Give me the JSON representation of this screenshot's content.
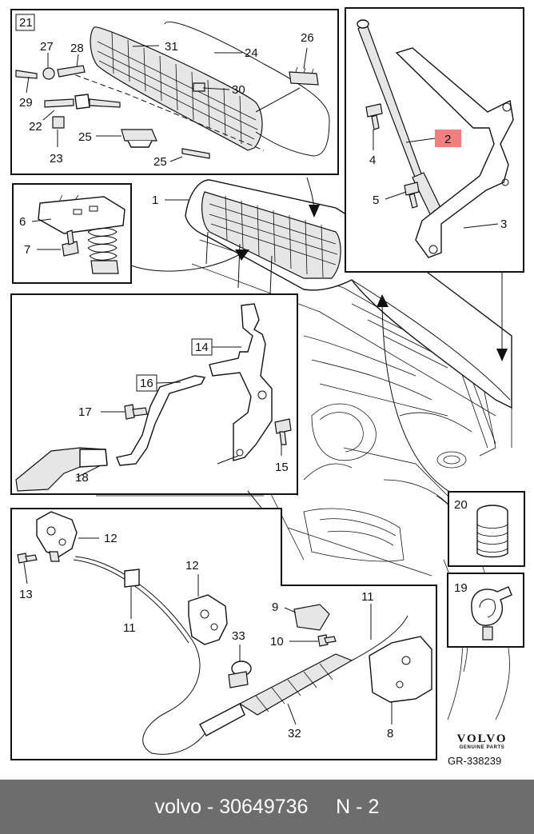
{
  "callouts": {
    "c1": "1",
    "c2": "2",
    "c3": "3",
    "c4": "4",
    "c5": "5",
    "c6": "6",
    "c7": "7",
    "c8": "8",
    "c9": "9",
    "c10": "10",
    "c11a": "11",
    "c11b": "11",
    "c12a": "12",
    "c12b": "12",
    "c13": "13",
    "c14": "14",
    "c15": "15",
    "c16": "16",
    "c17": "17",
    "c18": "18",
    "c19": "19",
    "c20": "20",
    "c21": "21",
    "c22": "22",
    "c23": "23",
    "c24": "24",
    "c25a": "25",
    "c25b": "25",
    "c26": "26",
    "c27": "27",
    "c28": "28",
    "c29": "29",
    "c30": "30",
    "c31": "31",
    "c32": "32",
    "c33": "33"
  },
  "highlight_color": "#f08080",
  "brand": {
    "name": "VOLVO",
    "subtitle": "GENUINE PARTS"
  },
  "drawing_ref": "GR-338239",
  "footer": {
    "part_info": "volvo - 30649736",
    "position": "N - 2"
  }
}
